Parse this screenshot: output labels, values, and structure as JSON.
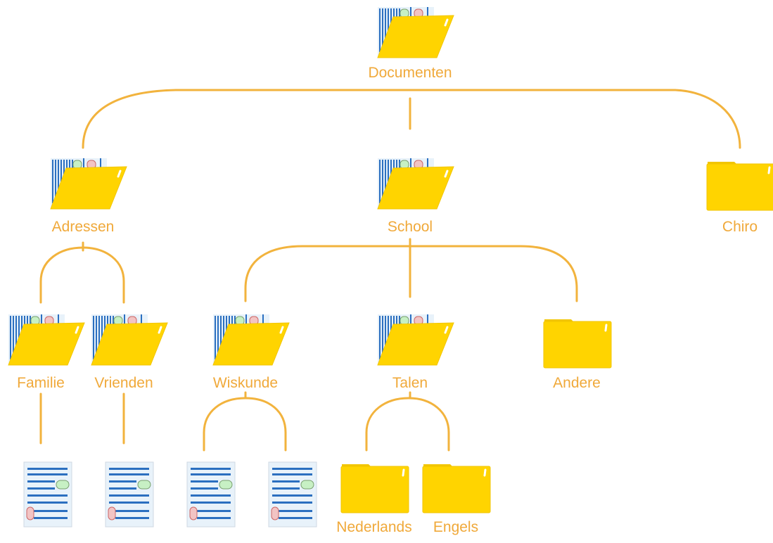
{
  "colors": {
    "connector": "#F2B33D",
    "label": "#F0A93A",
    "folder": "#FFD400",
    "folder_dark": "#F2C500",
    "paper": "#E8F2FA",
    "lines": "#2B6FC0",
    "tag_green": "#C7F0C4",
    "tag_red": "#F2C4C4"
  },
  "nodes": [
    {
      "id": "documenten",
      "label": "Documenten",
      "icon": "open-folder-icon"
    },
    {
      "id": "adressen",
      "label": "Adressen",
      "icon": "open-folder-icon"
    },
    {
      "id": "school",
      "label": "School",
      "icon": "open-folder-icon"
    },
    {
      "id": "chiro",
      "label": "Chiro",
      "icon": "closed-folder-icon"
    },
    {
      "id": "familie",
      "label": "Familie",
      "icon": "open-folder-icon"
    },
    {
      "id": "vrienden",
      "label": "Vrienden",
      "icon": "open-folder-icon"
    },
    {
      "id": "wiskunde",
      "label": "Wiskunde",
      "icon": "open-folder-icon"
    },
    {
      "id": "talen",
      "label": "Talen",
      "icon": "open-folder-icon"
    },
    {
      "id": "andere",
      "label": "Andere",
      "icon": "closed-folder-icon"
    },
    {
      "id": "doc1",
      "label": "",
      "icon": "document-icon"
    },
    {
      "id": "doc2",
      "label": "",
      "icon": "document-icon"
    },
    {
      "id": "doc3",
      "label": "",
      "icon": "document-icon"
    },
    {
      "id": "doc4",
      "label": "",
      "icon": "document-icon"
    },
    {
      "id": "nederlands",
      "label": "Nederlands",
      "icon": "closed-folder-icon"
    },
    {
      "id": "engels",
      "label": "Engels",
      "icon": "closed-folder-icon"
    }
  ],
  "edges": [
    [
      "documenten",
      "adressen"
    ],
    [
      "documenten",
      "school"
    ],
    [
      "documenten",
      "chiro"
    ],
    [
      "adressen",
      "familie"
    ],
    [
      "adressen",
      "vrienden"
    ],
    [
      "school",
      "wiskunde"
    ],
    [
      "school",
      "talen"
    ],
    [
      "school",
      "andere"
    ],
    [
      "familie",
      "doc1"
    ],
    [
      "vrienden",
      "doc2"
    ],
    [
      "wiskunde",
      "doc3"
    ],
    [
      "wiskunde",
      "doc4"
    ],
    [
      "talen",
      "nederlands"
    ],
    [
      "talen",
      "engels"
    ]
  ]
}
